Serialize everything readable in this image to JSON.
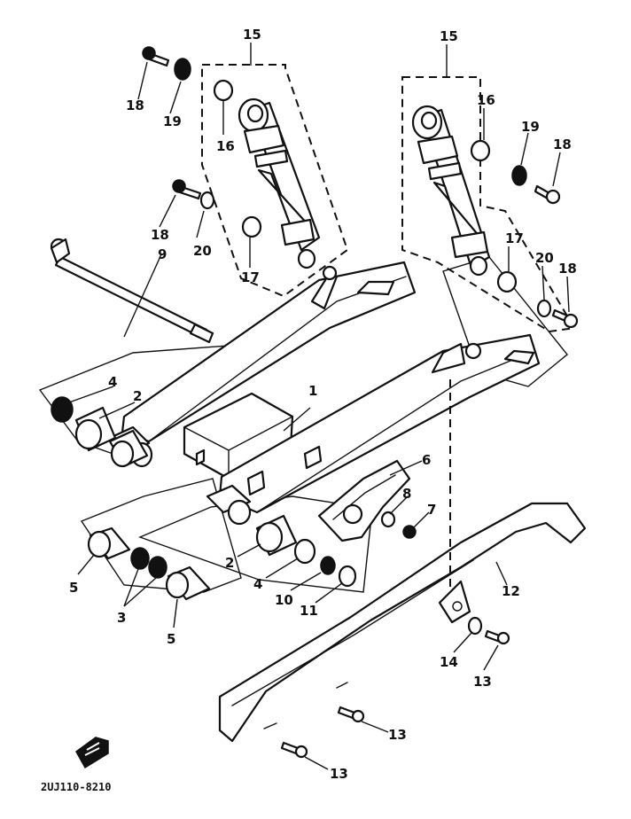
{
  "diagram": {
    "code": "2UJ110-8210",
    "labels": {
      "l1": "1",
      "l2a": "2",
      "l2b": "2",
      "l3": "3",
      "l4a": "4",
      "l4b": "4",
      "l5a": "5",
      "l5b": "5",
      "l6": "6",
      "l7": "7",
      "l8": "8",
      "l9": "9",
      "l10": "10",
      "l11": "11",
      "l12": "12",
      "l13a": "13",
      "l13b": "13",
      "l13c": "13",
      "l14": "14",
      "l15a": "15",
      "l15b": "15",
      "l16a": "16",
      "l16b": "16",
      "l17a": "17",
      "l17b": "17",
      "l18a": "18",
      "l18b": "18",
      "l18c": "18",
      "l18d": "18",
      "l19a": "19",
      "l19b": "19",
      "l20a": "20",
      "l20b": "20"
    }
  }
}
